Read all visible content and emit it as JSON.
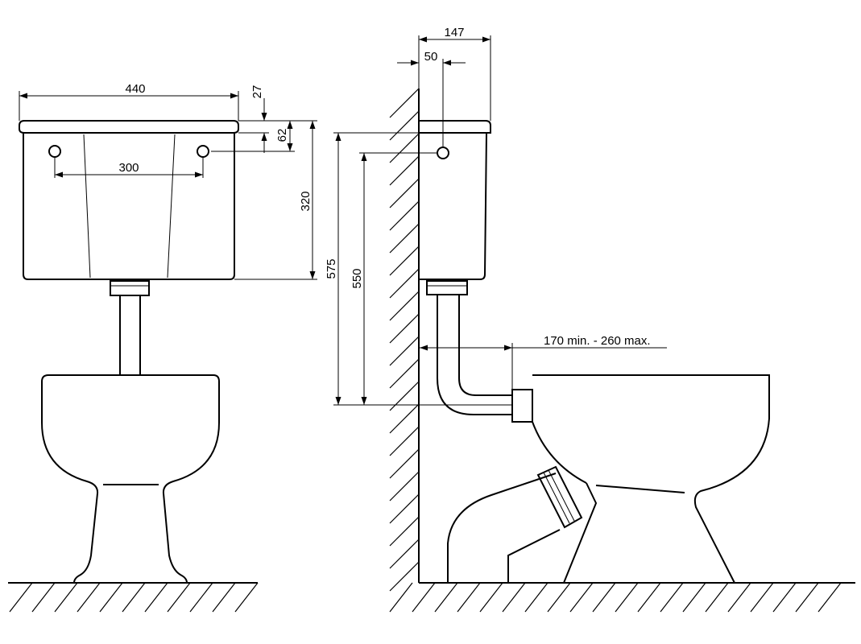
{
  "diagram": {
    "front_view": {
      "dim_width": "440",
      "dim_lid_height": "27",
      "dim_hole_offset": "62",
      "dim_hole_spacing": "300",
      "dim_cistern_height": "320"
    },
    "side_view": {
      "dim_depth": "147",
      "dim_hole_from_wall": "50",
      "dim_height_575": "575",
      "dim_height_550": "550",
      "dim_outlet_range": "170 min. - 260 max."
    }
  }
}
